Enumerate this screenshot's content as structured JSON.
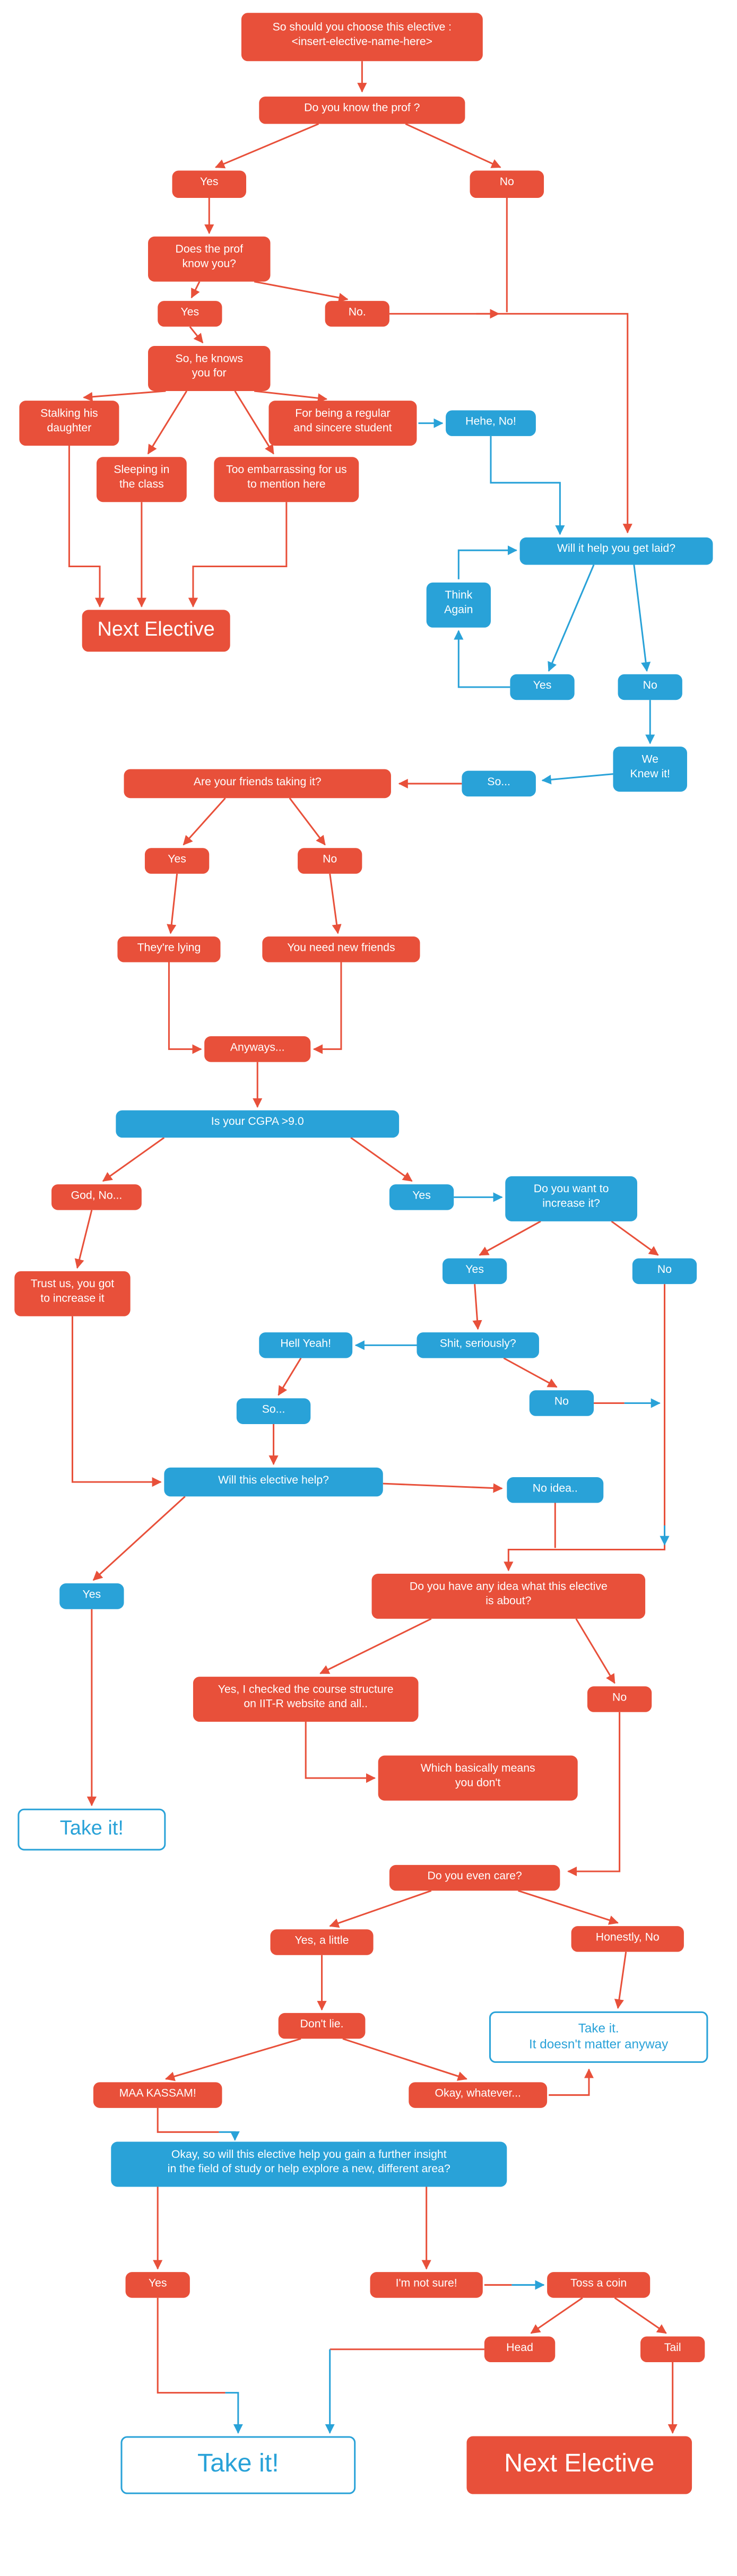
{
  "colors": {
    "red": "#e8503a",
    "blue": "#29a2d8",
    "background": "#ffffff"
  },
  "nodes": {
    "start": {
      "text": "So should you choose this elective :\n<insert-elective-name-here>"
    },
    "know_prof": {
      "text": "Do you know the prof ?"
    },
    "yes1": {
      "text": "Yes"
    },
    "no1": {
      "text": "No"
    },
    "prof_know": {
      "text": "Does the prof\nknow you?"
    },
    "yes2": {
      "text": "Yes"
    },
    "no2": {
      "text": "No."
    },
    "knows_for": {
      "text": "So, he knows\nyou for"
    },
    "stalking": {
      "text": "Stalking his\ndaughter"
    },
    "regular": {
      "text": "For being a regular\nand sincere student"
    },
    "hehe": {
      "text": "Hehe, No!"
    },
    "sleeping": {
      "text": "Sleeping in\nthe class"
    },
    "embarrassing": {
      "text": "Too embarrassing for us\nto mention here"
    },
    "next_elective_1": {
      "text": "Next Elective"
    },
    "laid": {
      "text": "Will it help you get laid?"
    },
    "think_again": {
      "text": "Think\nAgain"
    },
    "yes_laid": {
      "text": "Yes"
    },
    "no_laid": {
      "text": "No"
    },
    "we_knew": {
      "text": "We\nKnew it!"
    },
    "so1": {
      "text": "So..."
    },
    "friends": {
      "text": "Are your friends taking it?"
    },
    "yes3": {
      "text": "Yes"
    },
    "no3": {
      "text": "No"
    },
    "lying": {
      "text": "They're lying"
    },
    "new_friends": {
      "text": "You need new friends"
    },
    "anyways": {
      "text": "Anyways..."
    },
    "cgpa": {
      "text": "Is your CGPA >9.0"
    },
    "god_no": {
      "text": "God, No..."
    },
    "yes4": {
      "text": "Yes"
    },
    "increase": {
      "text": "Do you want to\nincrease it?"
    },
    "trust": {
      "text": "Trust us, you got\nto increase it"
    },
    "yes5": {
      "text": "Yes"
    },
    "no5": {
      "text": "No"
    },
    "hell_yeah": {
      "text": "Hell Yeah!"
    },
    "seriously": {
      "text": "Shit, seriously?"
    },
    "no6": {
      "text": "No"
    },
    "so2": {
      "text": "So..."
    },
    "will_help": {
      "text": "Will this elective help?"
    },
    "no_idea": {
      "text": "No idea.."
    },
    "yes6": {
      "text": "Yes"
    },
    "any_idea": {
      "text": "Do you have any idea what this elective\nis about?"
    },
    "checked": {
      "text": "Yes, I checked the course structure\non IIT-R website and all.."
    },
    "no7": {
      "text": "No"
    },
    "basically": {
      "text": "Which basically means\nyou don't"
    },
    "take_it_1": {
      "text": "Take it!"
    },
    "care": {
      "text": "Do you even care?"
    },
    "yes_little": {
      "text": "Yes, a little"
    },
    "honestly_no": {
      "text": "Honestly, No"
    },
    "dont_lie": {
      "text": "Don't lie."
    },
    "take_it_2": {
      "text": "Take it.\nIt doesn't matter anyway"
    },
    "kassam": {
      "text": "MAA KASSAM!"
    },
    "whatever": {
      "text": "Okay, whatever..."
    },
    "insight": {
      "text": "Okay, so will this elective help you gain a further insight\nin the field of study or help explore a new,  different area?"
    },
    "yes7": {
      "text": "Yes"
    },
    "not_sure": {
      "text": "I'm not sure!"
    },
    "toss": {
      "text": "Toss a coin"
    },
    "head": {
      "text": "Head"
    },
    "tail": {
      "text": "Tail"
    },
    "take_it_3": {
      "text": "Take it!"
    },
    "next_elective_2": {
      "text": "Next Elective"
    }
  }
}
